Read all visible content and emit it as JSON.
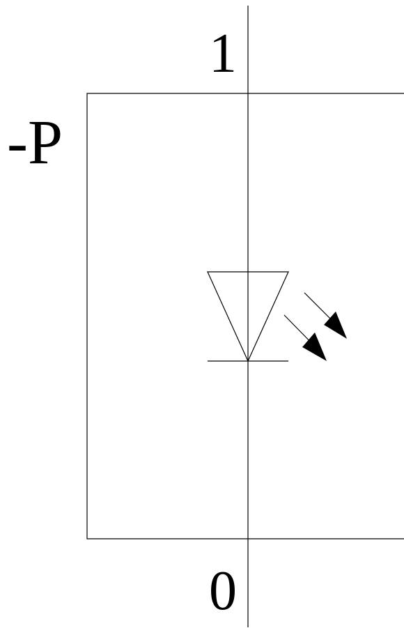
{
  "labels": {
    "pin_top": "1",
    "pin_bottom": "0",
    "component_tag": "-P"
  },
  "symbol": {
    "type": "light-emitting-diode",
    "stroke_color": "#000000",
    "background": "#ffffff",
    "light_arrows": 2
  }
}
